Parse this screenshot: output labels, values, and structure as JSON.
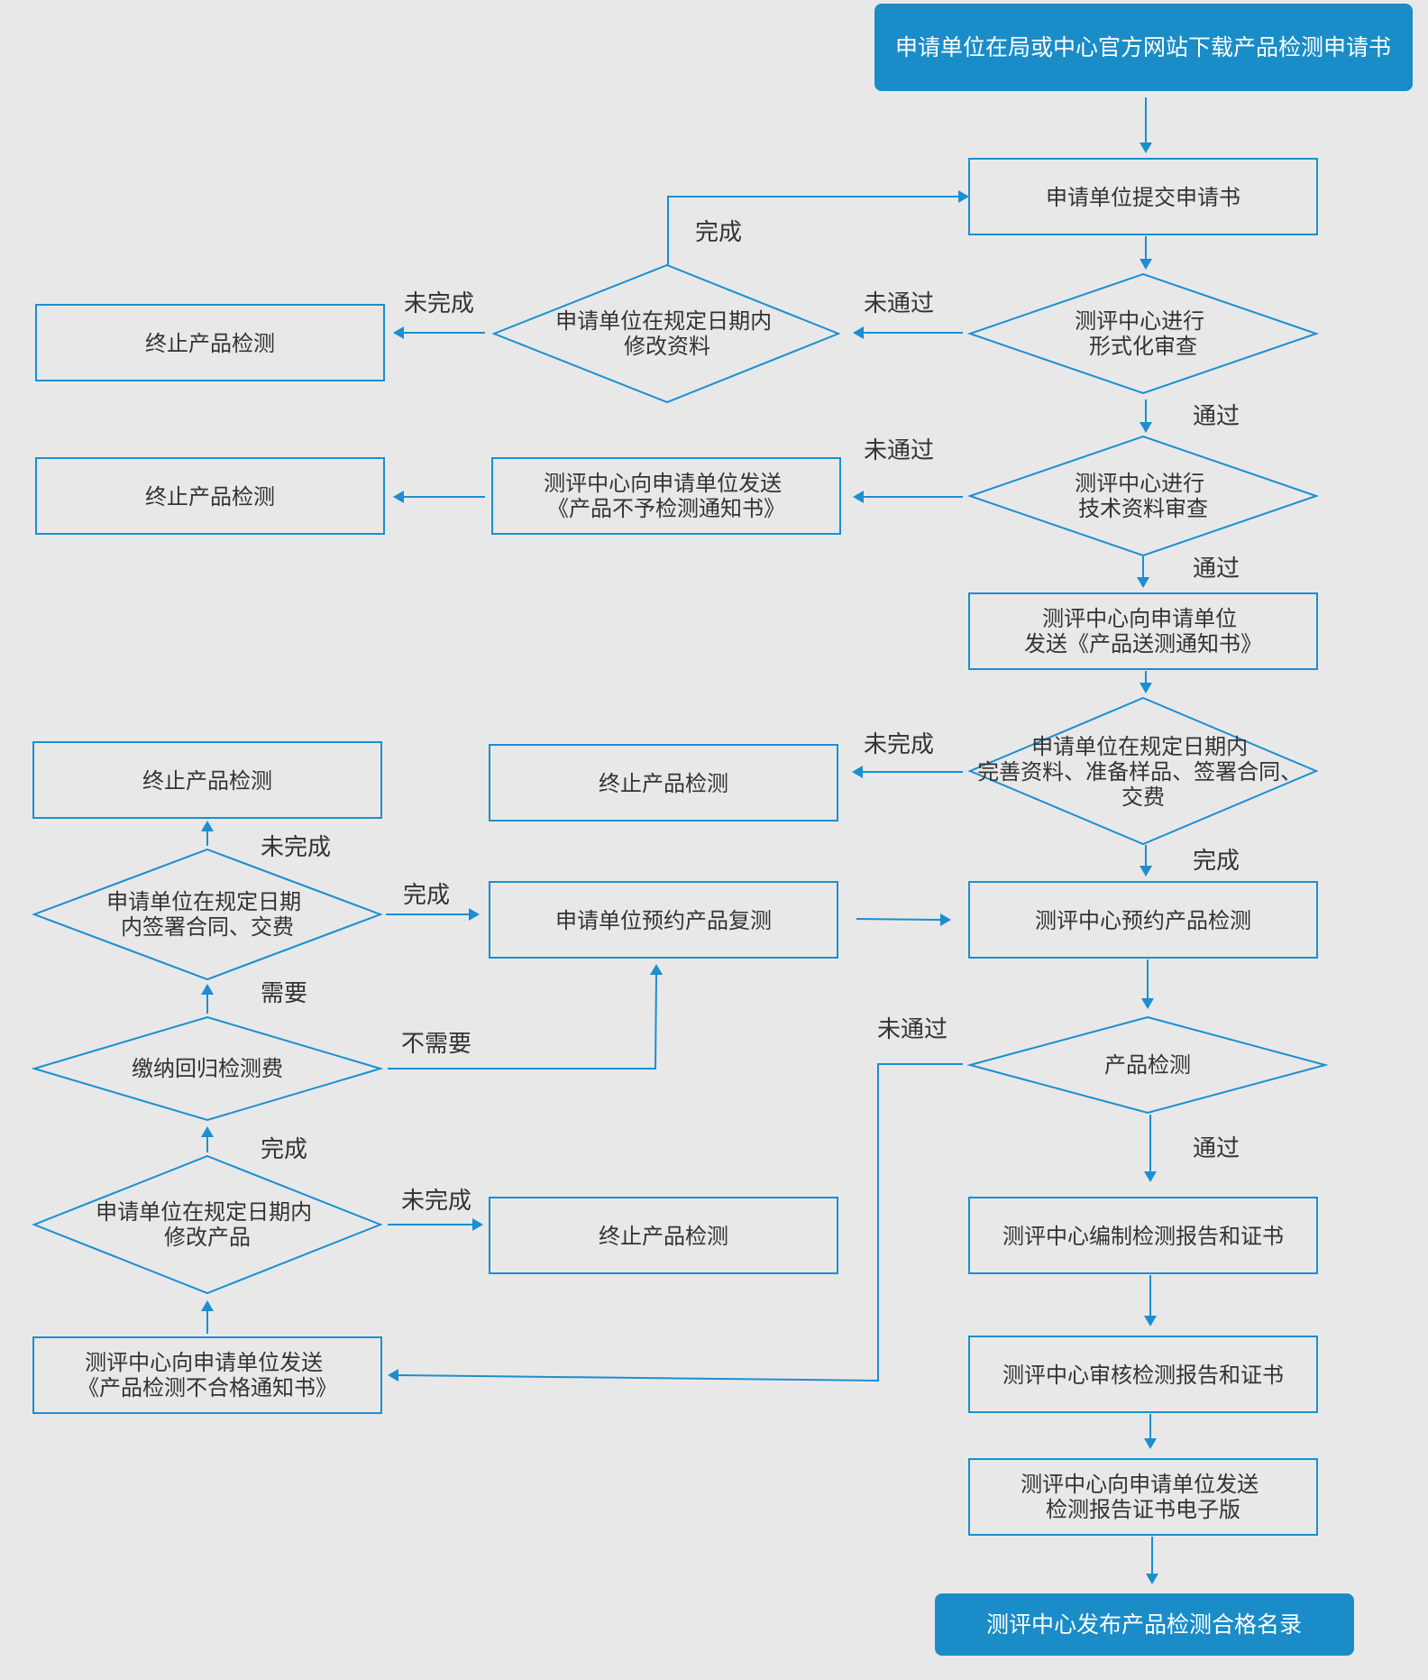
{
  "colors": {
    "background": "#e8e8e8",
    "accent": "#1a8fd1",
    "filled": "#1a8cc8",
    "text": "#333333"
  },
  "nodes": {
    "download": [
      "申请单位在局或中心官方网站下载产品检测申请书"
    ],
    "submit": [
      "申请单位提交申请书"
    ],
    "formal_review": [
      "测评中心进行",
      "形式化审查"
    ],
    "modify_docs": [
      "申请单位在规定日期内",
      "修改资料"
    ],
    "terminate_1": [
      "终止产品检测"
    ],
    "tech_review": [
      "测评中心进行",
      "技术资料审查"
    ],
    "reject_notice": [
      "测评中心向申请单位发送",
      "《产品不予检测通知书》"
    ],
    "terminate_2": [
      "终止产品检测"
    ],
    "send_notice": [
      "测评中心向申请单位",
      "发送《产品送测通知书》"
    ],
    "prepare": [
      "申请单位在规定日期内",
      "完善资料、准备样品、签署合同、",
      "交费"
    ],
    "terminate_3": [
      "终止产品检测"
    ],
    "schedule_test": [
      "测评中心预约产品检测"
    ],
    "product_test": [
      "产品检测"
    ],
    "compile_report": [
      "测评中心编制检测报告和证书"
    ],
    "audit_report": [
      "测评中心审核检测报告和证书"
    ],
    "send_report": [
      "测评中心向申请单位发送",
      "检测报告证书电子版"
    ],
    "publish": [
      "测评中心发布产品检测合格名录"
    ],
    "fail_notice": [
      "测评中心向申请单位发送",
      "《产品检测不合格通知书》"
    ],
    "modify_product": [
      "申请单位在规定日期内",
      "修改产品"
    ],
    "terminate_4": [
      "终止产品检测"
    ],
    "regression_fee": [
      "缴纳回归检测费"
    ],
    "sign_contract": [
      "申请单位在规定日期",
      "内签署合同、交费"
    ],
    "terminate_5": [
      "终止产品检测"
    ],
    "schedule_retest": [
      "申请单位预约产品复测"
    ]
  },
  "edge_labels": {
    "modify_docs_done": "完成",
    "modify_docs_not_done": "未完成",
    "formal_fail": "未通过",
    "formal_pass": "通过",
    "tech_fail": "未通过",
    "tech_pass": "通过",
    "prepare_not_done": "未完成",
    "prepare_done": "完成",
    "test_fail": "未通过",
    "test_pass": "通过",
    "modify_product_done": "完成",
    "modify_product_not_done": "未完成",
    "fee_needed": "需要",
    "fee_not_needed": "不需要",
    "sign_done": "完成",
    "sign_not_done": "未完成"
  }
}
